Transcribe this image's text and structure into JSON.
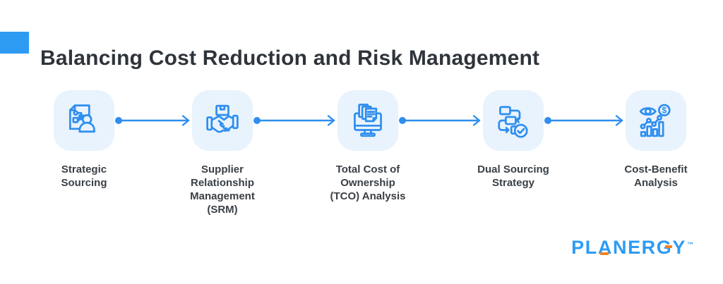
{
  "meta": {
    "background": "#ffffff"
  },
  "header": {
    "title": "Balancing Cost Reduction and Risk Management",
    "accent_color": "#2E9BF3",
    "title_color": "#2F343B"
  },
  "flow": {
    "tile_background": "#E8F3FD",
    "icon_stroke_color": "#2E8EEF",
    "arrow_color": "#2E8EEF",
    "label_color": "#3A4046",
    "steps": [
      {
        "id": "strategic-sourcing",
        "label": "Strategic Sourcing",
        "lines": [
          "Strategic",
          "Sourcing"
        ],
        "icon": "document-flowchart-person-icon"
      },
      {
        "id": "supplier-relationship-management",
        "label": "Supplier Relationship Management (SRM)",
        "lines": [
          "Supplier",
          "Relationship",
          "Management",
          "(SRM)"
        ],
        "icon": "handshake-package-icon"
      },
      {
        "id": "total-cost-of-ownership-analysis",
        "label": "Total Cost of Ownership (TCO) Analysis",
        "lines": [
          "Total Cost of",
          "Ownership",
          "(TCO) Analysis"
        ],
        "icon": "monitor-documents-icon"
      },
      {
        "id": "dual-sourcing-strategy",
        "label": "Dual Sourcing Strategy",
        "lines": [
          "Dual Sourcing",
          "Strategy"
        ],
        "icon": "flowchart-checkmark-icon"
      },
      {
        "id": "cost-benefit-analysis",
        "label": "Cost-Benefit Analysis",
        "lines": [
          "Cost-Benefit",
          "Analysis"
        ],
        "icon": "eye-dollar-barchart-icon"
      }
    ]
  },
  "footer": {
    "logo": {
      "pl": "PL",
      "a": "A",
      "ner": "NER",
      "g": "G",
      "y": "Y",
      "tm": "™",
      "full_text": "PLANERGY",
      "blue": "#2D9BF4",
      "orange": "#F5821F"
    }
  }
}
